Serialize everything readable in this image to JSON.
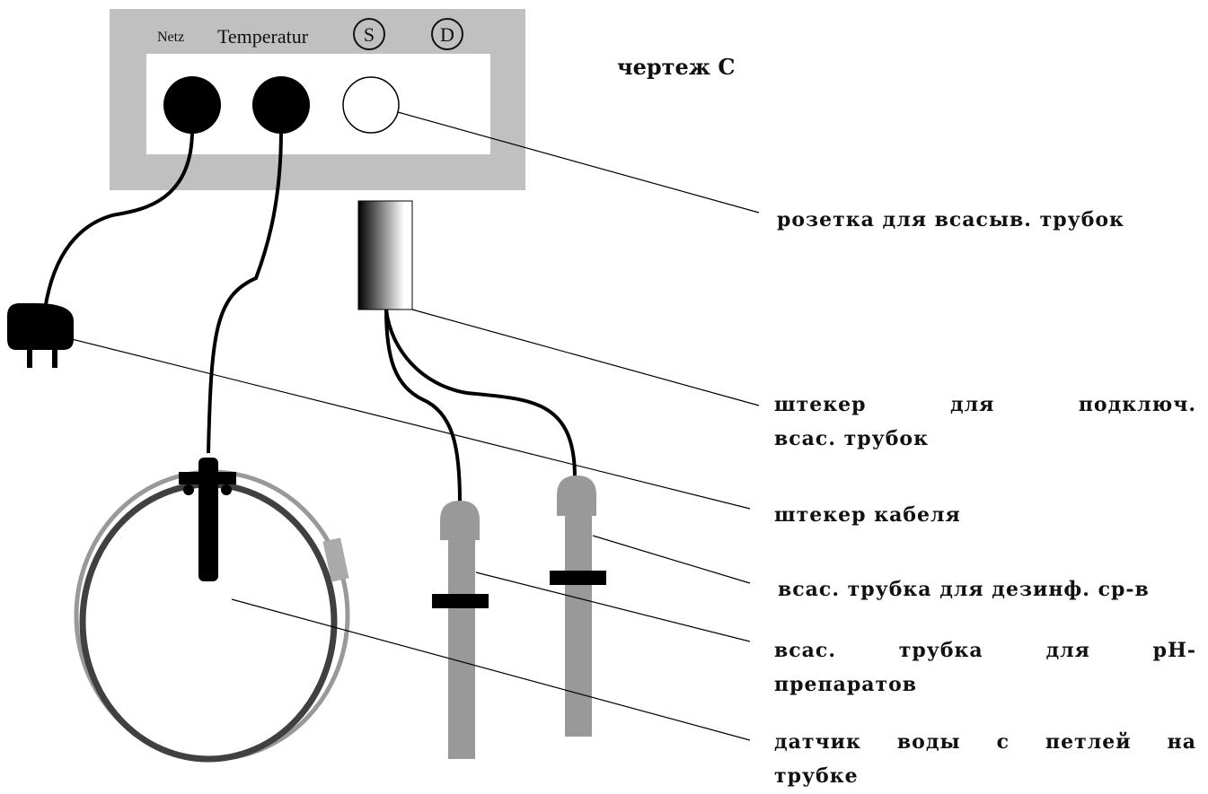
{
  "title": "чертеж С",
  "panel": {
    "labels": {
      "netz": "Netz",
      "temperatur": "Temperatur",
      "s": "S",
      "d": "D"
    },
    "colors": {
      "frame": "#c0c0c0",
      "socket": "#000000",
      "probe": "#999999",
      "loop_outer": "#999999",
      "loop_inner": "#404040"
    }
  },
  "callouts": {
    "socket": "розетка для всасыв. трубок",
    "connector_line1": "штекер для подключ.",
    "connector_line2": "всас. трубок",
    "cable_plug": "штекер кабеля",
    "disinfect_tube": "всас. трубка для дезинф. ср-в",
    "ph_tube_line1": "всас. трубка для pH-",
    "ph_tube_line2": "препаратов",
    "water_sensor_line1": "датчик воды с петлей на",
    "water_sensor_line2": "трубке"
  }
}
